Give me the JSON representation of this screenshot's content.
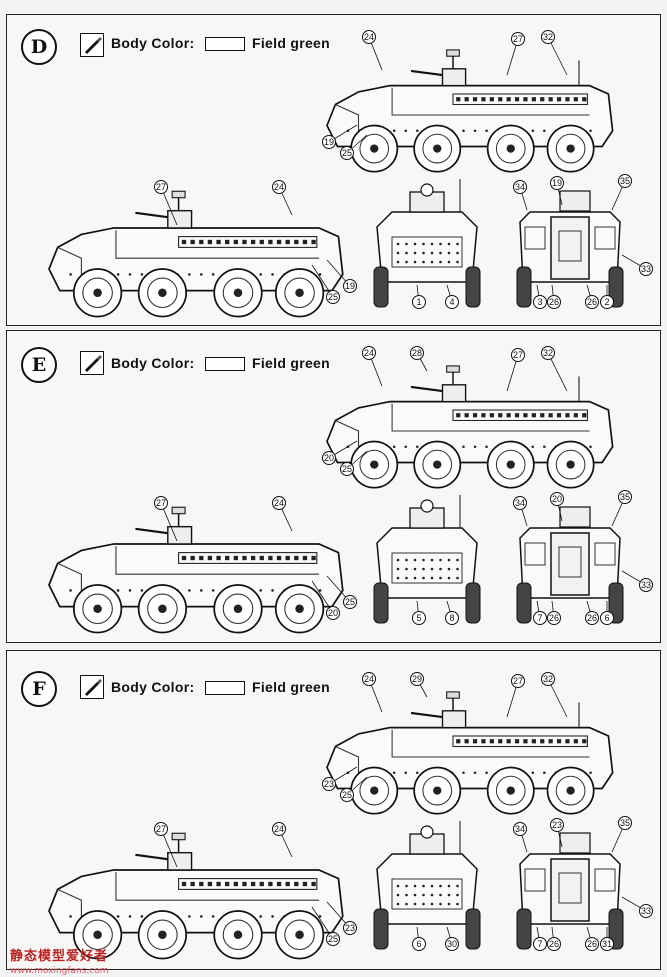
{
  "body_color_label": "Body Color:",
  "color_name": "Field green",
  "sections": [
    {
      "letter": "D",
      "callouts": {
        "side_upper": [
          "24",
          "27",
          "32",
          "19",
          "25"
        ],
        "side_lower": [
          "27",
          "24",
          "25",
          "19"
        ],
        "front": [
          "1",
          "4"
        ],
        "rear": [
          "34",
          "19",
          "35",
          "33",
          "3",
          "26",
          "26",
          "2"
        ]
      }
    },
    {
      "letter": "E",
      "callouts": {
        "side_upper": [
          "24",
          "28",
          "27",
          "32",
          "20",
          "25"
        ],
        "side_lower": [
          "27",
          "24",
          "20",
          "25"
        ],
        "front": [
          "5",
          "8"
        ],
        "rear": [
          "34",
          "20",
          "35",
          "33",
          "7",
          "26",
          "26",
          "6"
        ]
      }
    },
    {
      "letter": "F",
      "callouts": {
        "side_upper": [
          "24",
          "29",
          "27",
          "32",
          "23",
          "25"
        ],
        "side_lower": [
          "27",
          "24",
          "25",
          "23"
        ],
        "front": [
          "6",
          "30"
        ],
        "rear": [
          "34",
          "23",
          "35",
          "33",
          "7",
          "26",
          "26",
          "31"
        ]
      }
    }
  ],
  "watermark": {
    "text": "静态模型爱好者",
    "url": "www.moxingfans.com"
  },
  "colors": {
    "ink": "#111111",
    "paper": "#f7f7f5"
  }
}
